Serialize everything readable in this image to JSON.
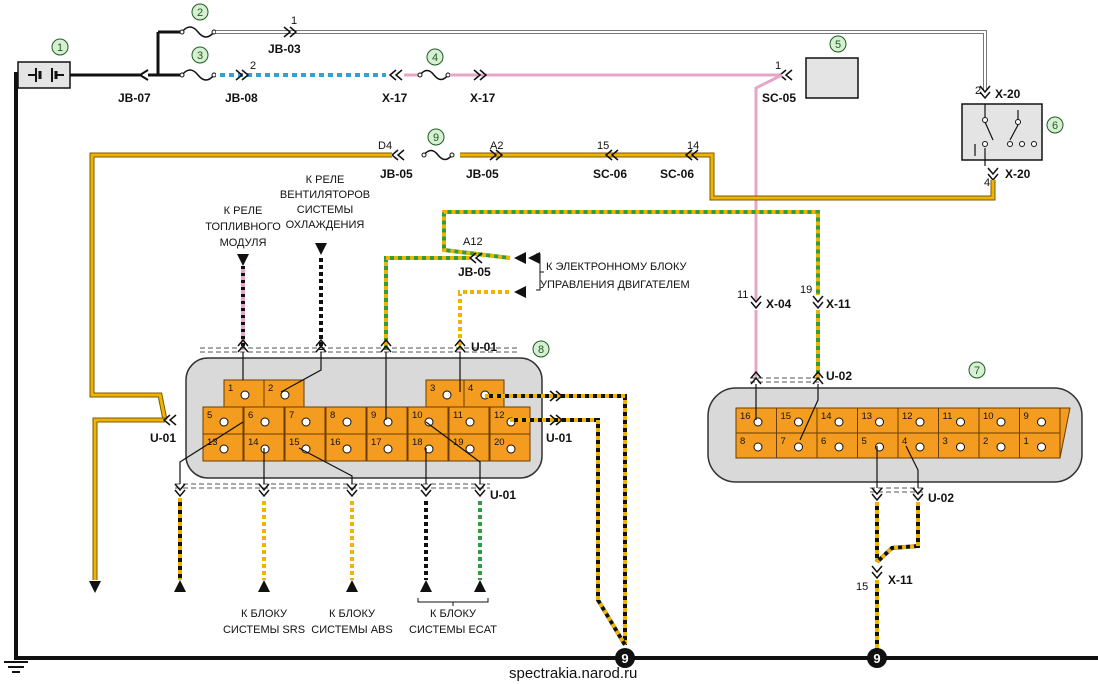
{
  "components": {
    "c1": "1",
    "c2": "2",
    "c3": "3",
    "c4": "4",
    "c5": "5",
    "c6": "6",
    "c7": "7",
    "c8": "8",
    "c9": "9"
  },
  "connectors": {
    "jb07": "JB-07",
    "jb08": "JB-08",
    "jb03": "JB-03",
    "x17a": "X-17",
    "x17b": "X-17",
    "sc05": "SC-05",
    "x20a": "X-20",
    "x20b": "X-20",
    "jb05a": "JB-05",
    "jb05b": "JB-05",
    "sc06a": "SC-06",
    "sc06b": "SC-06",
    "jb05c": "JB-05",
    "x04": "X-04",
    "x11a": "X-11",
    "u01a": "U-01",
    "u01b": "U-01",
    "u01c": "U-01",
    "u01d": "U-01",
    "u02a": "U-02",
    "u02b": "U-02",
    "x11b": "X-11"
  },
  "pin_labels": {
    "jb03": "1",
    "jb08": "2",
    "sc05": "1",
    "x20a": "2",
    "x20b": "4",
    "d4": "D4",
    "a2": "A2",
    "sc06a": "15",
    "sc06b": "14",
    "a12": "A12",
    "x04": "11",
    "x11a": "19",
    "x11b": "15"
  },
  "notes": {
    "fuel_relay": [
      "К РЕЛЕ",
      "ТОПЛИВНОГО",
      "МОДУЛЯ"
    ],
    "fan_relay": [
      "К РЕЛЕ",
      "ВЕНТИЛЯТОРОВ",
      "СИСТЕМЫ",
      "ОХЛАЖДЕНИЯ"
    ],
    "ecu": [
      "К ЭЛЕКТРОННОМУ БЛОКУ",
      "УПРАВЛЕНИЯ ДВИГАТЕЛЕМ"
    ],
    "srs": [
      "К БЛОКУ",
      "СИСТЕМЫ SRS"
    ],
    "abs": [
      "К БЛОКУ",
      "СИСТЕМЫ ABS"
    ],
    "ecat": [
      "К БЛОКУ",
      "СИСТЕМЫ ECAT"
    ]
  },
  "connector8_pins": [
    "1",
    "2",
    "3",
    "4",
    "5",
    "6",
    "7",
    "8",
    "9",
    "10",
    "11",
    "12",
    "13",
    "14",
    "15",
    "16",
    "17",
    "18",
    "19",
    "20"
  ],
  "connector7_pins": [
    "16",
    "15",
    "14",
    "13",
    "12",
    "11",
    "10",
    "9",
    "8",
    "7",
    "6",
    "5",
    "4",
    "3",
    "2",
    "1"
  ],
  "ground": {
    "g1": "9",
    "g2": "9"
  },
  "watermark": "spectrakia.narod.ru",
  "colors": {
    "yellow": "#f0b400",
    "orange": "#f39c1f",
    "pink": "#e6a6c8",
    "blue": "#2fa3d8",
    "green": "#2e9e3a",
    "black": "#111111",
    "panel": "#d9d9d9"
  }
}
